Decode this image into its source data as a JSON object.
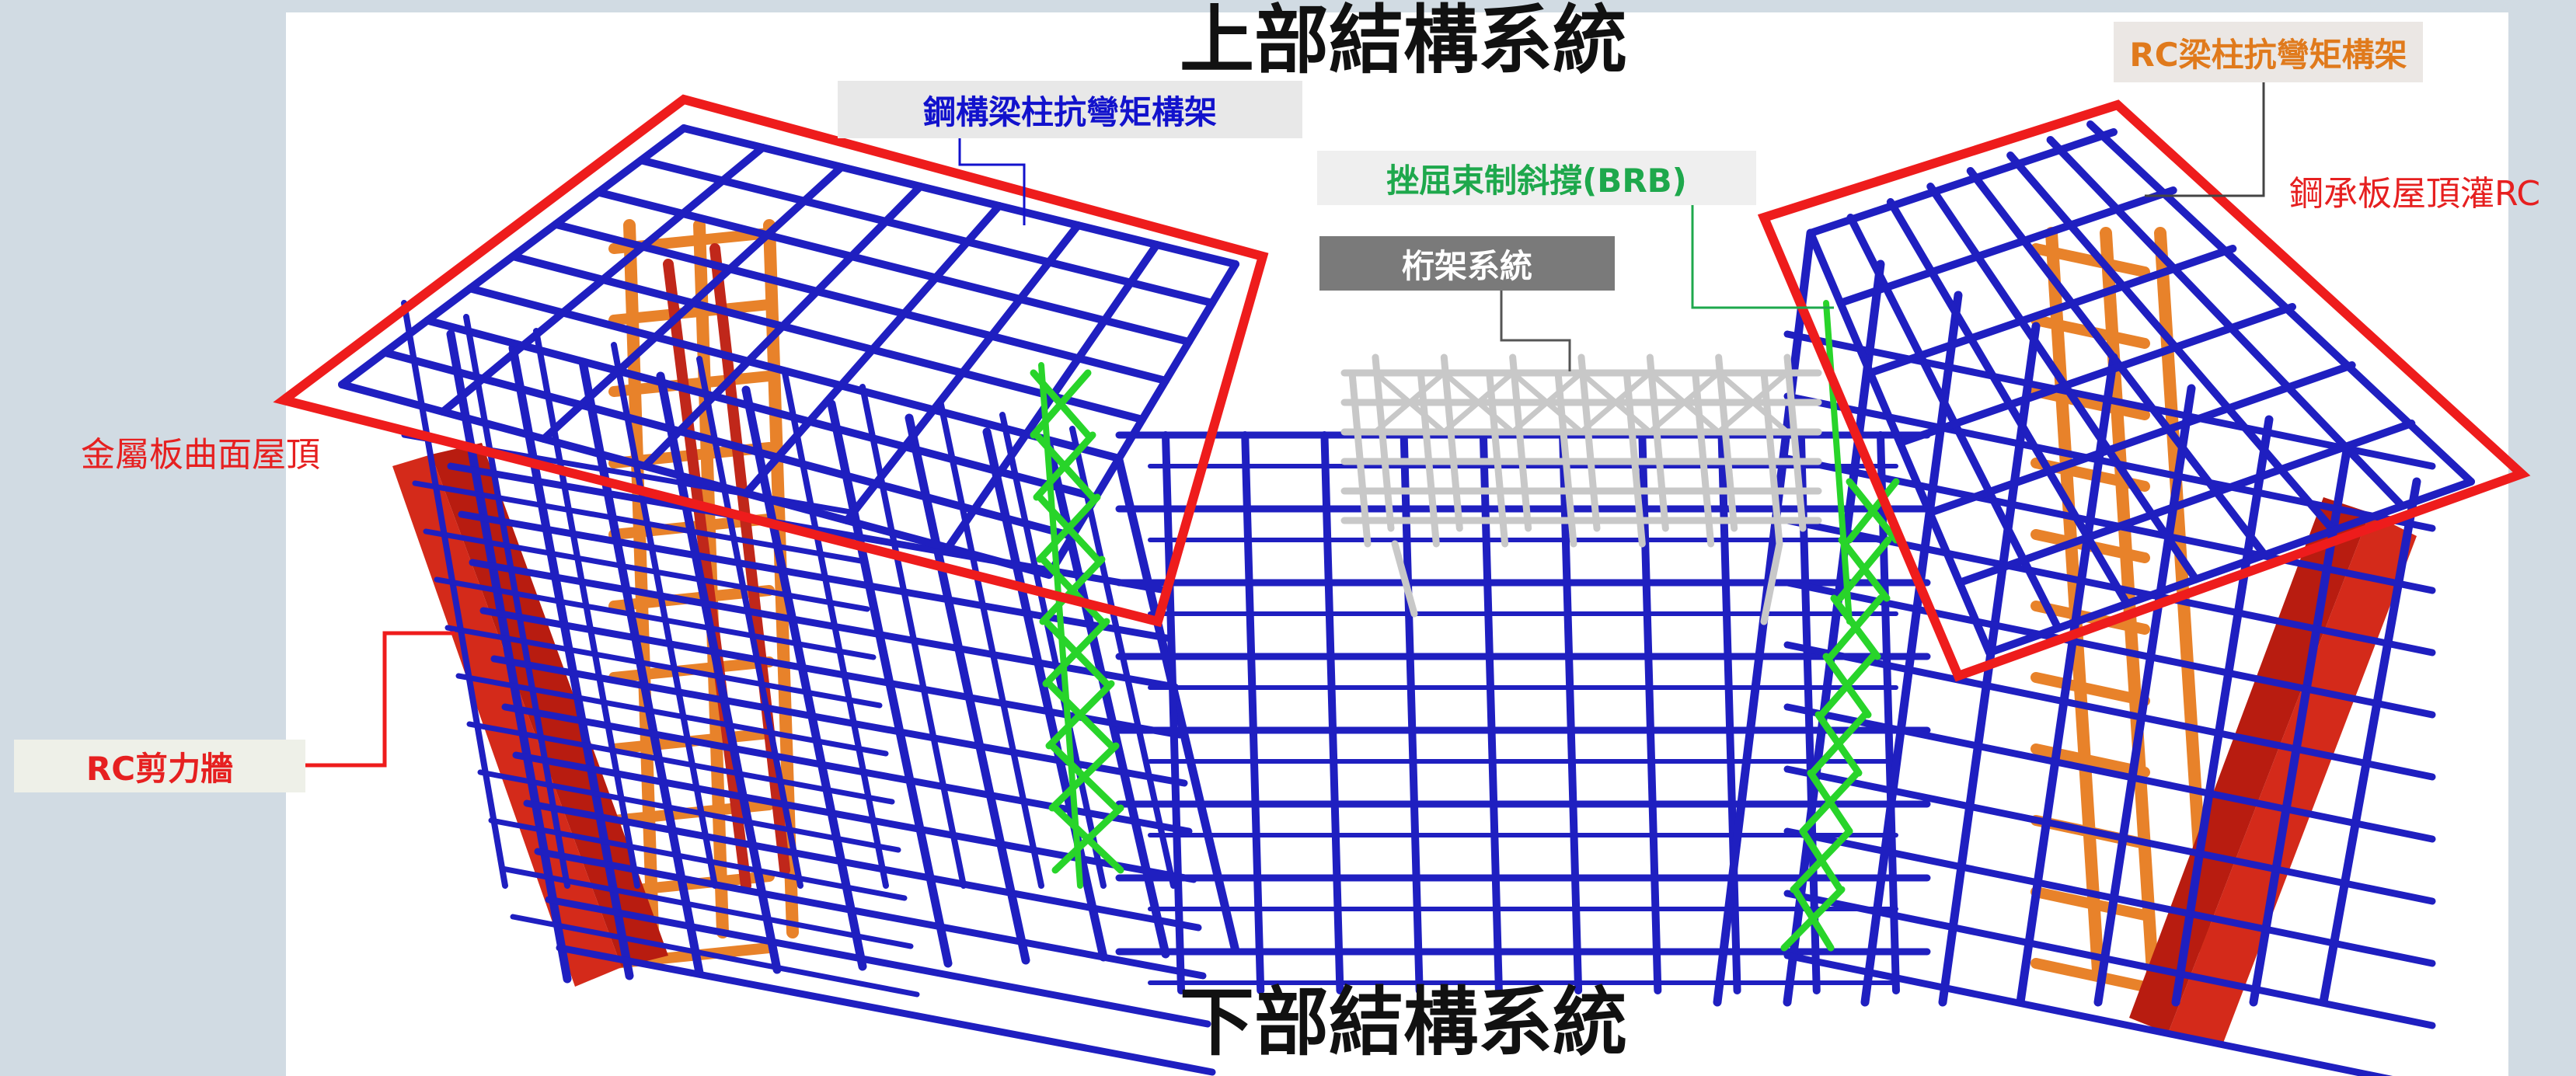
{
  "headings": {
    "upper": "上部結構系統",
    "lower": "下部結構系統"
  },
  "callouts": {
    "steel_frame": "鋼構梁柱抗彎矩構架",
    "brb": "挫屈束制斜撐(BRB)",
    "truss": "桁架系統",
    "rc_frame": "RC梁柱抗彎矩構架",
    "steel_deck_roof": "鋼承板屋頂灌RC",
    "metal_roof": "金屬板曲面屋頂",
    "rc_wall": "RC剪力牆"
  },
  "colors": {
    "background": "#d1dbe3",
    "panel": "#ffffff",
    "steel_member": "#1f1fc0",
    "rc_member": "#e8822a",
    "shear_wall": "#d42a1a",
    "brb_member": "#28d42a",
    "truss_member": "#c8c8c8",
    "outline_red": "#ee1c1c",
    "label_blue": "#1212cc",
    "label_green": "#1ea84c",
    "label_orange": "#e07a1c",
    "label_red": "#e62020",
    "label_box_light": "#e8e8e8",
    "label_box_dark": "#7a7a7a"
  }
}
